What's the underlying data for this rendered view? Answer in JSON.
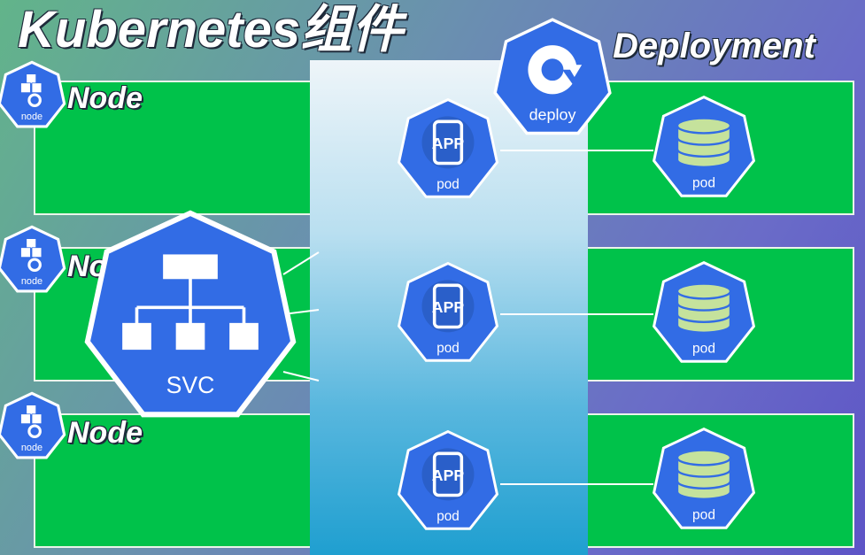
{
  "title": "Kubernetes组件",
  "labels": {
    "node": "Node",
    "deployment": "Deployment"
  },
  "icons": {
    "node_text": "node",
    "svc_text": "SVC",
    "deploy_text": "deploy",
    "pod_text": "pod",
    "app_text": "APP"
  },
  "colors": {
    "kube_blue": "#326ce5",
    "node_green": "#00c24a",
    "db_green": "#c5e29c"
  }
}
